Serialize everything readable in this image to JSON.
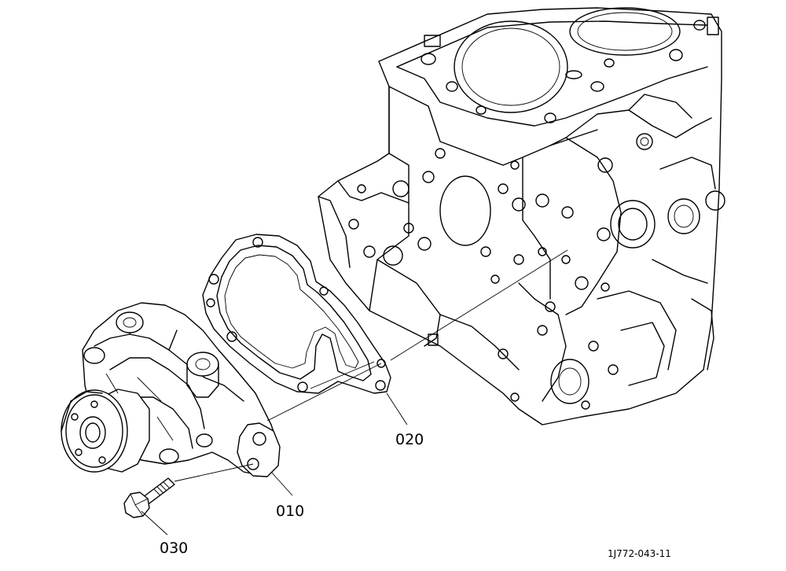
{
  "parts": [
    {
      "id": "water-pump",
      "number": "010"
    },
    {
      "id": "gasket",
      "number": "020"
    },
    {
      "id": "bolt",
      "number": "030"
    }
  ],
  "illustration_code": "1J772-043-11"
}
